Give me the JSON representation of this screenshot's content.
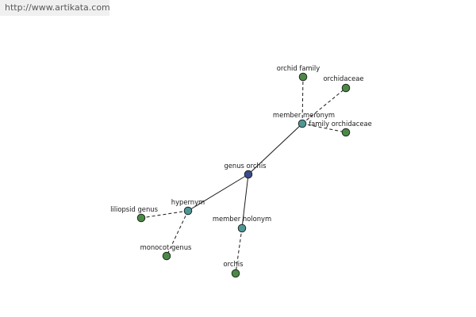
{
  "header": {
    "url_text": "http://www.artikata.com"
  },
  "colors": {
    "root_node": "#3b4c8a",
    "relation_node": "#4e9696",
    "leaf_node": "#4a8a45",
    "edge": "#1a1a1a"
  },
  "graph": {
    "nodes": [
      {
        "id": "genus-orchis",
        "label": "genus orchis",
        "kind": "root"
      },
      {
        "id": "member-meronym",
        "label": "member meronym",
        "kind": "relation"
      },
      {
        "id": "hypernym",
        "label": "hypernym",
        "kind": "relation"
      },
      {
        "id": "member-holonym",
        "label": "member holonym",
        "kind": "relation"
      },
      {
        "id": "orchid-family",
        "label": "orchid family",
        "kind": "leaf"
      },
      {
        "id": "orchidaceae",
        "label": "orchidaceae",
        "kind": "leaf"
      },
      {
        "id": "family-orchidaceae",
        "label": "family orchidaceae",
        "kind": "leaf"
      },
      {
        "id": "liliopsid-genus",
        "label": "liliopsid genus",
        "kind": "leaf"
      },
      {
        "id": "monocot-genus",
        "label": "monocot genus",
        "kind": "leaf"
      },
      {
        "id": "orchis",
        "label": "orchis",
        "kind": "leaf"
      }
    ],
    "edges": [
      {
        "from": "genus-orchis",
        "to": "member-meronym",
        "style": "solid"
      },
      {
        "from": "genus-orchis",
        "to": "hypernym",
        "style": "solid"
      },
      {
        "from": "genus-orchis",
        "to": "member-holonym",
        "style": "solid"
      },
      {
        "from": "member-meronym",
        "to": "orchid-family",
        "style": "dashed"
      },
      {
        "from": "member-meronym",
        "to": "orchidaceae",
        "style": "dashed"
      },
      {
        "from": "member-meronym",
        "to": "family-orchidaceae",
        "style": "dashed"
      },
      {
        "from": "hypernym",
        "to": "liliopsid-genus",
        "style": "dashed"
      },
      {
        "from": "hypernym",
        "to": "monocot-genus",
        "style": "dashed"
      },
      {
        "from": "member-holonym",
        "to": "orchis",
        "style": "dashed"
      }
    ]
  }
}
